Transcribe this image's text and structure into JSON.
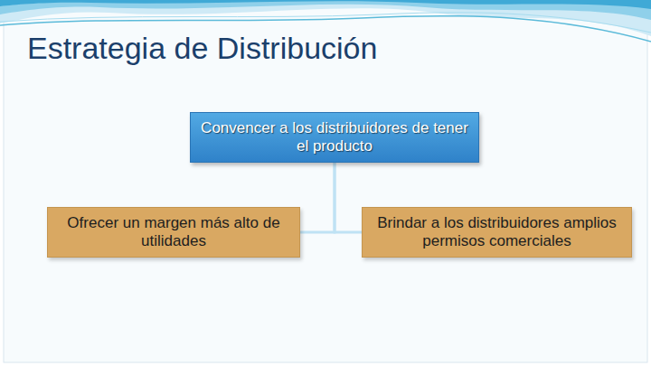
{
  "diagram": {
    "title": "Estrategia de Distribución",
    "nodes": [
      {
        "text": [
          "Convencer a los distribuidores de tener el producto"
        ]
      },
      {
        "text": [
          "Ofrecer un margen más alto de utilidades"
        ]
      },
      {
        "text": [
          "Brindar a los distribuidores amplios permisos comerciales"
        ]
      }
    ],
    "edges": [
      {
        "from": 0,
        "to": 1,
        "arrow": "none"
      },
      {
        "from": 0,
        "to": 2,
        "arrow": "none"
      }
    ]
  }
}
